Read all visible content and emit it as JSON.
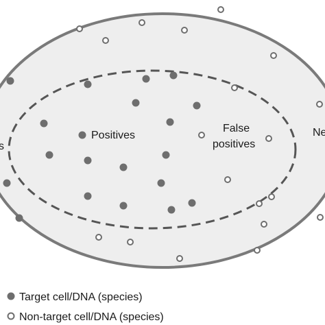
{
  "diagram": {
    "labels": {
      "positives": "Positives",
      "false_positives_line1": "False",
      "false_positives_line2": "positives",
      "left_clipped": "s",
      "right_clipped": "Ne"
    },
    "legend": {
      "target": "Target cell/DNA (species)",
      "non_target": "Non-target cell/DNA (species)"
    },
    "colors": {
      "outer_fill": "#eeeeee",
      "outer_stroke": "#7a7a7a",
      "dashed_stroke": "#555555",
      "target_dot": "#6e6e6e",
      "non_target_stroke": "#6e6e6e"
    }
  }
}
